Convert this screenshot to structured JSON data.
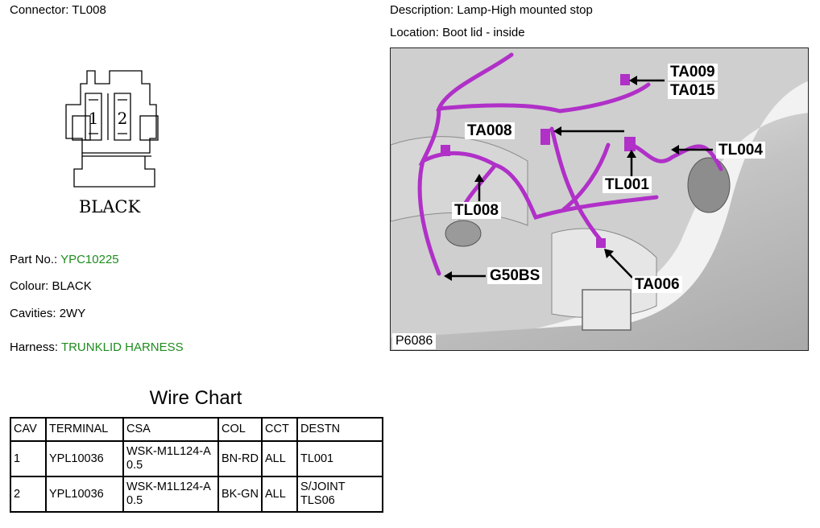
{
  "connector": {
    "label": "Connector:",
    "value": "TL008"
  },
  "description": {
    "label": "Description:",
    "value": "Lamp-High mounted stop"
  },
  "location": {
    "label": "Location:",
    "value": "Boot lid - inside"
  },
  "connector_drawing": {
    "pins": [
      "1",
      "2"
    ],
    "colour_label": "BLACK"
  },
  "part_no": {
    "label": "Part No.:",
    "value": "YPC10225"
  },
  "colour": {
    "label": "Colour:",
    "value": "BLACK"
  },
  "cavities": {
    "label": "Cavities:",
    "value": "2WY"
  },
  "harness": {
    "label": "Harness:",
    "value": "TRUNKLID HARNESS"
  },
  "photo": {
    "id": "P6086",
    "callouts": [
      "TA009",
      "TA015",
      "TA008",
      "TL004",
      "TL001",
      "TL008",
      "G50BS",
      "TA006"
    ]
  },
  "wire_chart": {
    "title": "Wire Chart",
    "headers": [
      "CAV",
      "TERMINAL",
      "CSA",
      "COL",
      "CCT",
      "DESTN"
    ],
    "rows": [
      [
        "1",
        "YPL10036",
        "WSK-M1L124-A 0.5",
        "BN-RD",
        "ALL",
        "TL001"
      ],
      [
        "2",
        "YPL10036",
        "WSK-M1L124-A 0.5",
        "BK-GN",
        "ALL",
        "S/JOINT TLS06"
      ]
    ]
  },
  "colors": {
    "link_green": "#1e8c1e",
    "harness_wire": "#b030c8"
  }
}
